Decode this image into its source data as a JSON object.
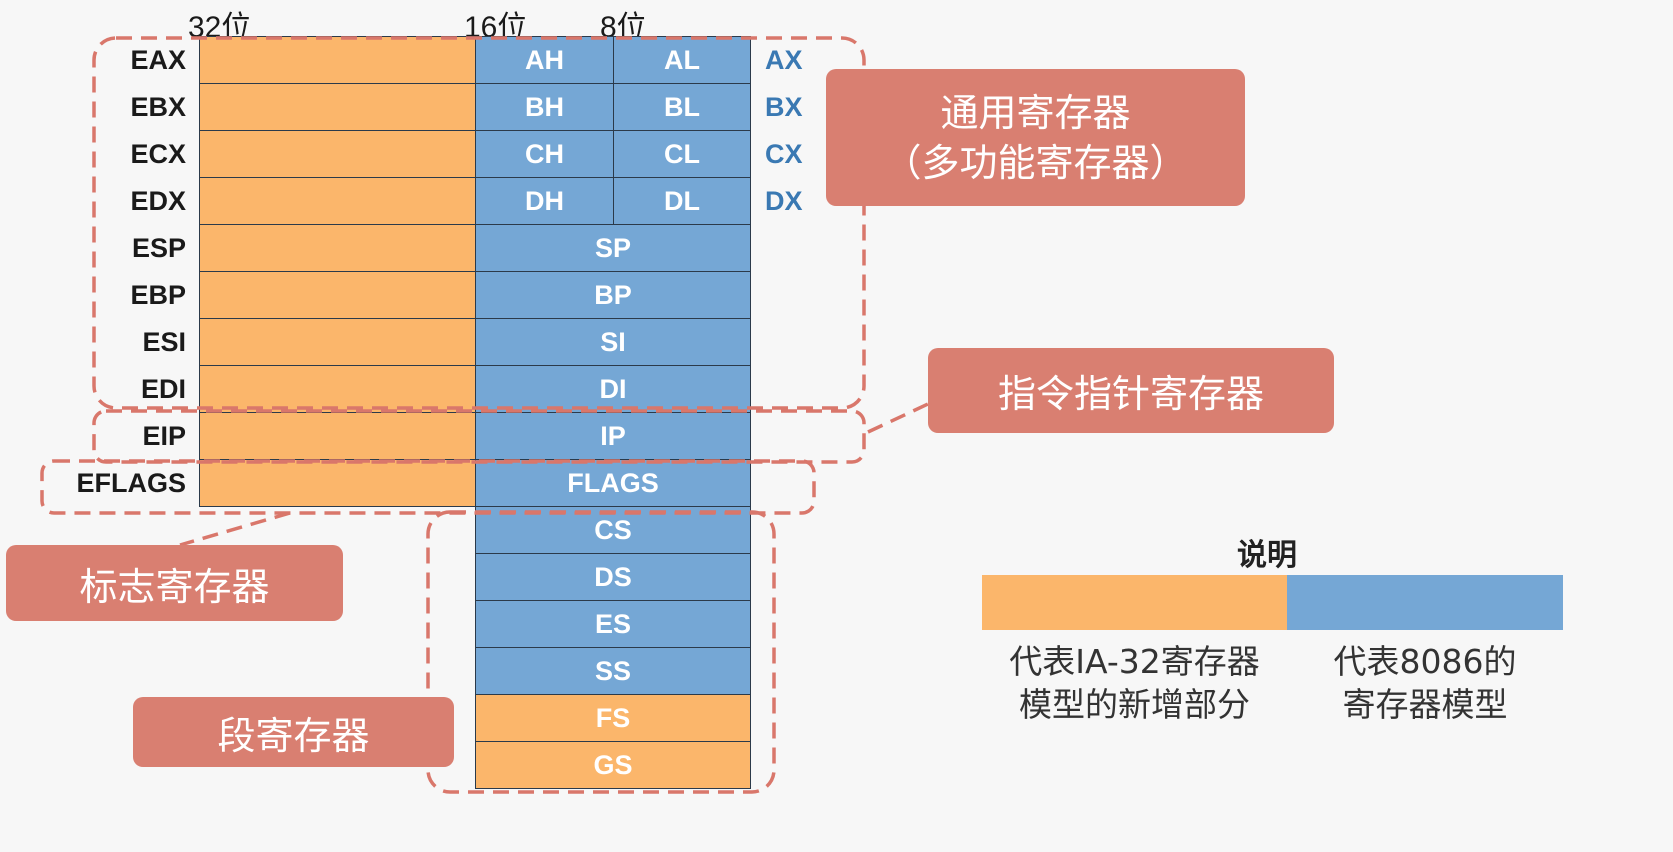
{
  "header": {
    "bits32": "32位",
    "bits16": "16位",
    "bits8": "8位"
  },
  "registers": {
    "general": [
      {
        "name": "EAX",
        "high": "AH",
        "low": "AL",
        "x": "AX"
      },
      {
        "name": "EBX",
        "high": "BH",
        "low": "BL",
        "x": "BX"
      },
      {
        "name": "ECX",
        "high": "CH",
        "low": "CL",
        "x": "CX"
      },
      {
        "name": "EDX",
        "high": "DH",
        "low": "DL",
        "x": "DX"
      },
      {
        "name": "ESP",
        "r16": "SP"
      },
      {
        "name": "EBP",
        "r16": "BP"
      },
      {
        "name": "ESI",
        "r16": "SI"
      },
      {
        "name": "EDI",
        "r16": "DI"
      }
    ],
    "ip": {
      "name": "EIP",
      "r16": "IP"
    },
    "flags": {
      "name": "EFLAGS",
      "r16": "FLAGS"
    },
    "segment": [
      "CS",
      "DS",
      "ES",
      "SS",
      "FS",
      "GS"
    ]
  },
  "labels": {
    "general": [
      "通用寄存器",
      "（多功能寄存器）"
    ],
    "ip": "指令指针寄存器",
    "flags": "标志寄存器",
    "segment": "段寄存器"
  },
  "legend": {
    "title": "说明",
    "ia32": [
      "代表IA-32寄存器",
      "模型的新增部分"
    ],
    "r8086": [
      "代表8086的",
      "寄存器模型"
    ]
  },
  "colors": {
    "ia32": "#fbb66b",
    "r8086": "#75a7d5",
    "label_bg": "#d97f71",
    "x_reg_text": "#3a79b3",
    "dash": "#d9776b"
  }
}
